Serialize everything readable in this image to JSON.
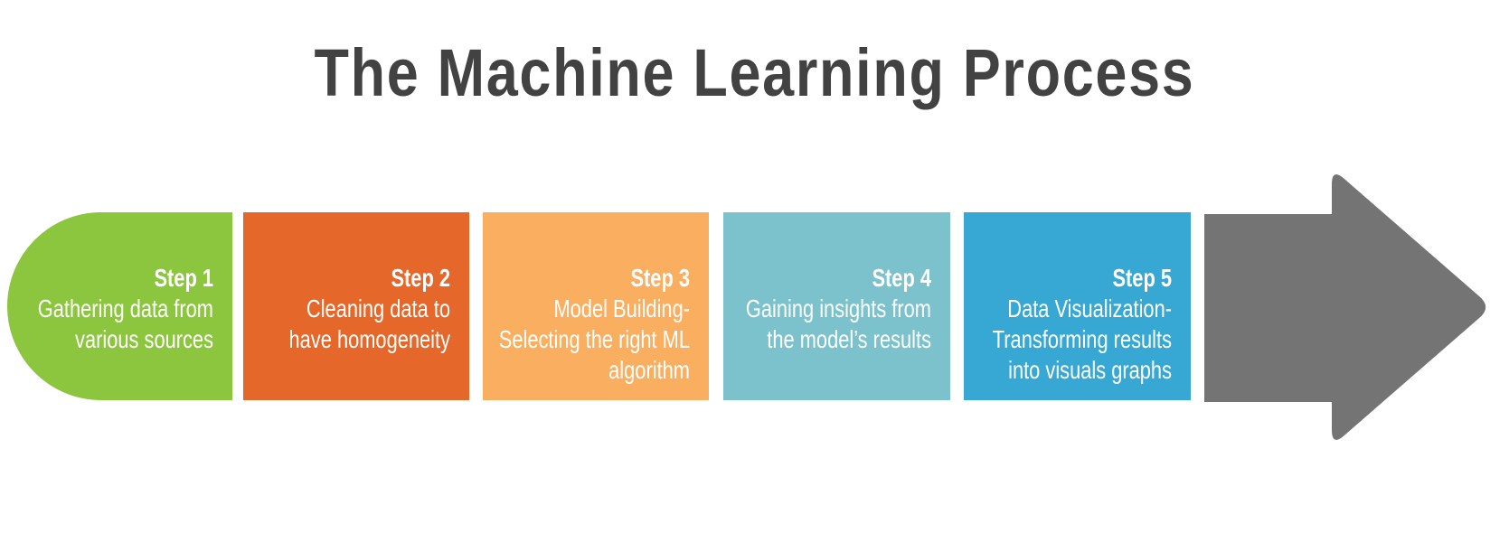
{
  "title": "The Machine Learning Process",
  "colors": {
    "background": "#FFFFFF",
    "title_text": "#424242",
    "step_text": "#FFFFFF",
    "step1_green": "#8CC63F",
    "step2_orange": "#E5672A",
    "step3_light_orange": "#FAAE60",
    "step4_teal": "#7CC2CD",
    "step5_blue": "#37A8D3",
    "arrow_gray": "#747474"
  },
  "steps": [
    {
      "label": "Step 1",
      "color": "#8CC63F",
      "lines": [
        "Gathering data from",
        "various sources"
      ]
    },
    {
      "label": "Step 2",
      "color": "#E5672A",
      "lines": [
        "Cleaning data to",
        "have homogeneity"
      ]
    },
    {
      "label": "Step 3",
      "color": "#FAAE60",
      "lines": [
        "Model Building-",
        "Selecting the right ML",
        "algorithm"
      ]
    },
    {
      "label": "Step 4",
      "color": "#7CC2CD",
      "lines": [
        "Gaining insights from",
        "the model’s results"
      ]
    },
    {
      "label": "Step 5",
      "color": "#37A8D3",
      "lines": [
        "Data Visualization-",
        "Transforming results",
        "into visuals graphs"
      ]
    }
  ],
  "arrow": {
    "color": "#747474"
  }
}
